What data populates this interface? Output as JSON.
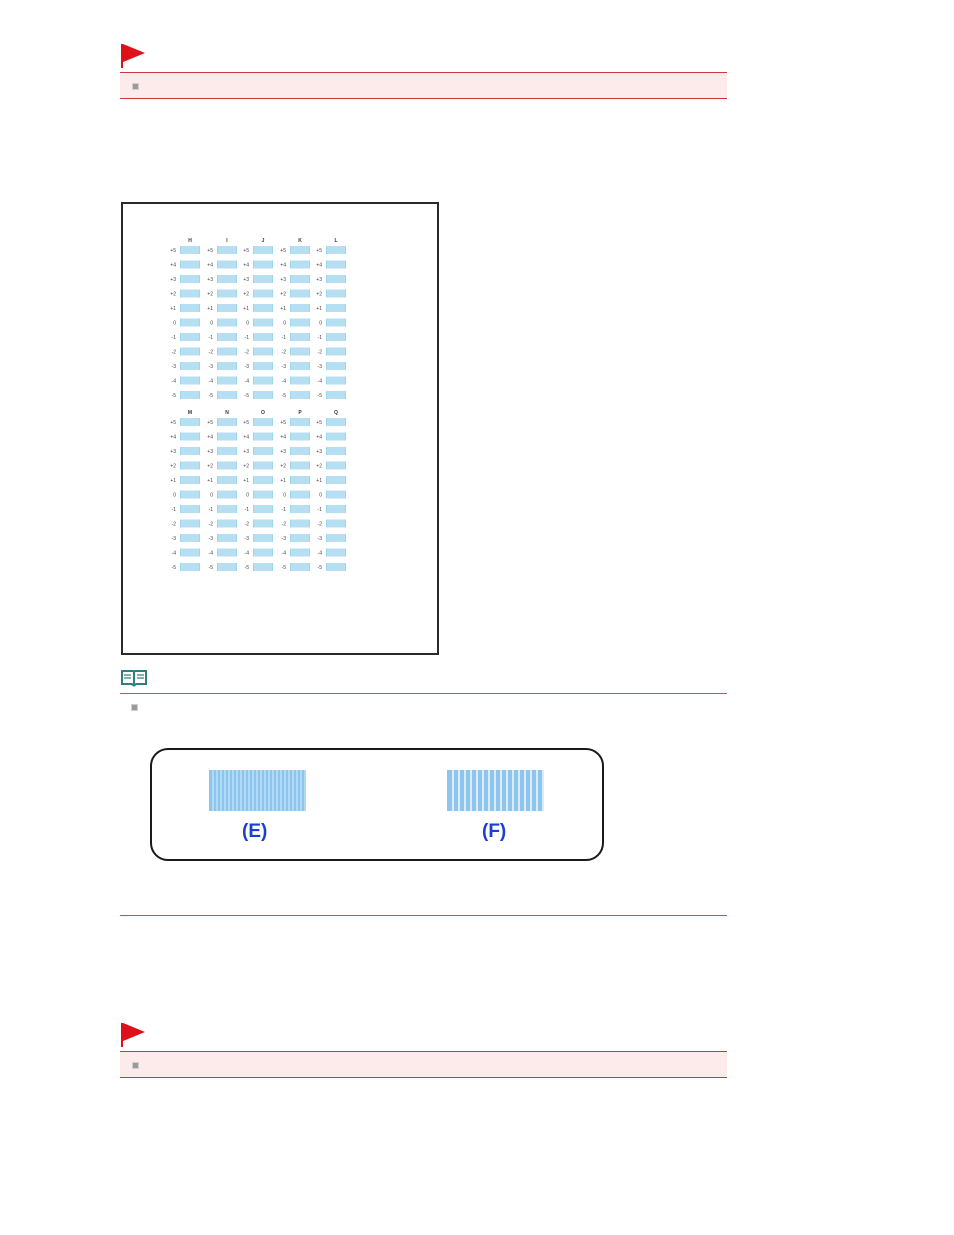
{
  "pattern_sheet": {
    "block1": {
      "columns": [
        "H",
        "I",
        "J",
        "K",
        "L"
      ],
      "rows": [
        "+5",
        "+4",
        "+3",
        "+2",
        "+1",
        "0",
        "-1",
        "-2",
        "-3",
        "-4",
        "-5"
      ]
    },
    "block2": {
      "columns": [
        "M",
        "N",
        "O",
        "P",
        "Q"
      ],
      "rows": [
        "+5",
        "+4",
        "+3",
        "+2",
        "+1",
        "0",
        "-1",
        "-2",
        "-3",
        "-4",
        "-5"
      ]
    },
    "pattern_color": "#9fd6ef"
  },
  "samples": {
    "left_label": "(E)",
    "right_label": "(F)",
    "label_color": "#1a3fd6",
    "pattern_color": "#8cc6ef"
  },
  "colors": {
    "important_bg": "#fdeaea",
    "important_border": "#c83a3a",
    "flag": "#e0101a",
    "note_rule": "#3a8e8e"
  }
}
